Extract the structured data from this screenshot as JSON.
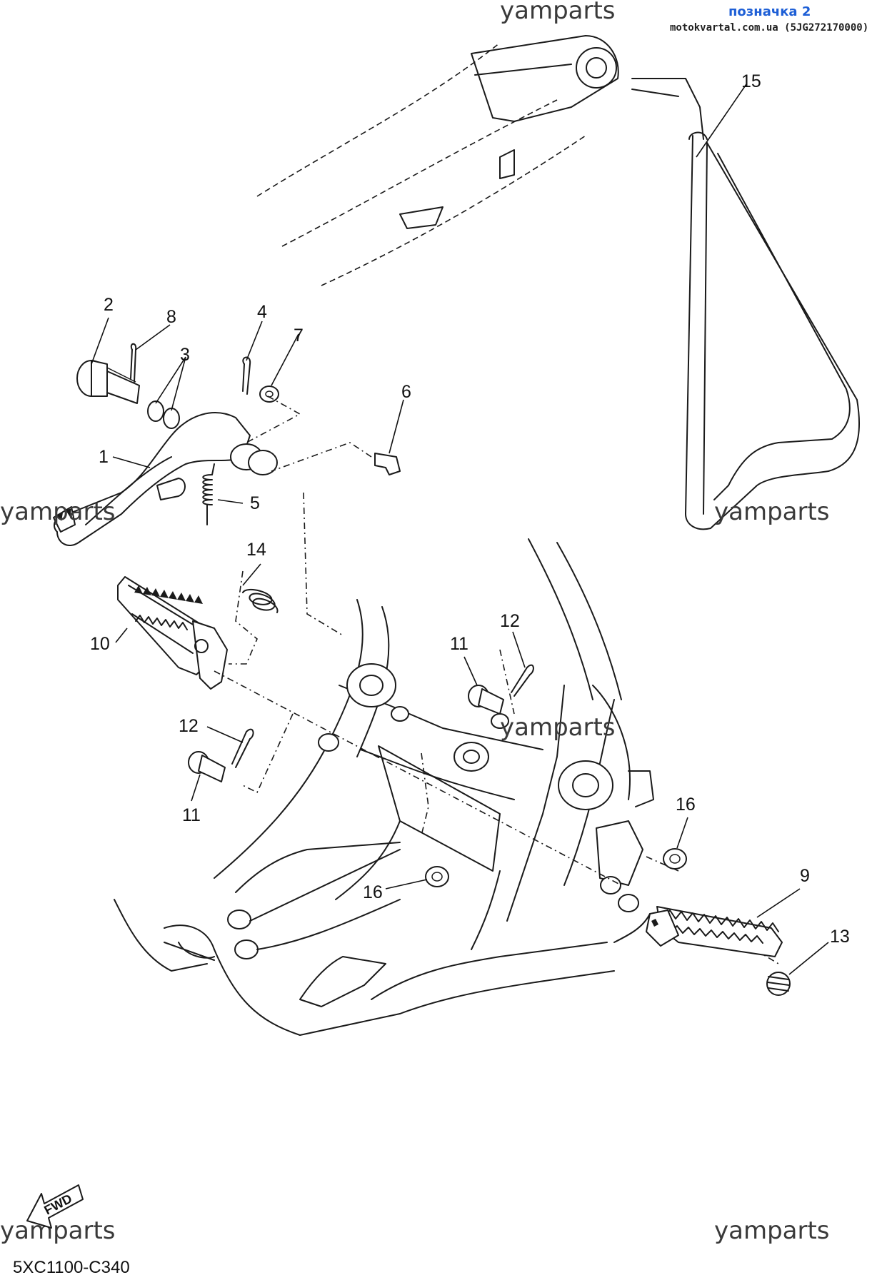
{
  "header": {
    "label": "позначка 2",
    "site": "motokvartal.com.ua (5JG272170000)"
  },
  "watermarks": [
    "yamparts",
    "yamparts",
    "yamparts",
    "yamparts",
    "yamparts",
    "yamparts"
  ],
  "callouts": {
    "c1": "1",
    "c2": "2",
    "c3": "3",
    "c4": "4",
    "c5": "5",
    "c6": "6",
    "c7": "7",
    "c8": "8",
    "c9": "9",
    "c10": "10",
    "c11a": "11",
    "c11b": "11",
    "c12a": "12",
    "c12b": "12",
    "c13": "13",
    "c14": "14",
    "c15": "15",
    "c16a": "16",
    "c16b": "16"
  },
  "fwd_label": "FWD",
  "diagram_code": "5XC1100-C340"
}
